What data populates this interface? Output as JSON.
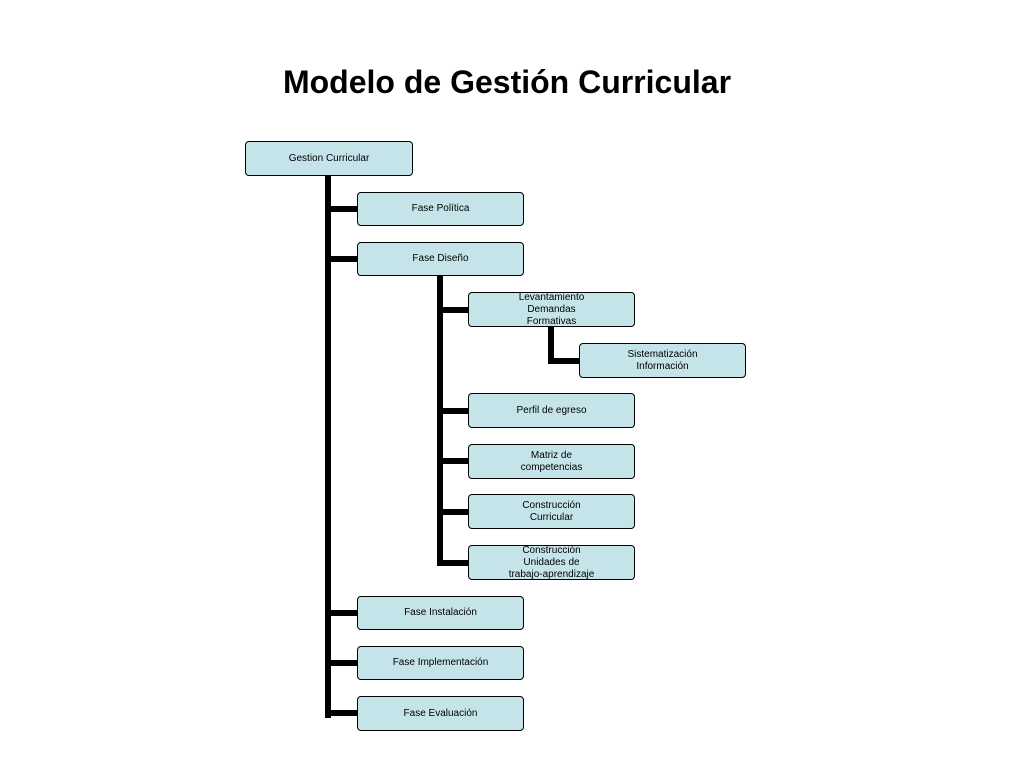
{
  "title": "Modelo de Gestión Curricular",
  "style": {
    "node_fill": "#c5e4ea",
    "node_border": "#000000",
    "connector_color": "#000000"
  },
  "tree": {
    "label": "Gestion Curricular",
    "children": [
      {
        "label": "Fase Política"
      },
      {
        "label": "Fase Diseño",
        "children": [
          {
            "label": "Levantamiento\nDemandas\nFormativas",
            "children": [
              {
                "label": "Sistematización\nInformación"
              }
            ]
          },
          {
            "label": "Perfil de egreso"
          },
          {
            "label": "Matriz de\ncompetencias"
          },
          {
            "label": "Construcción\nCurricular"
          },
          {
            "label": "Construcción\nUnidades de\ntrabajo-aprendizaje"
          }
        ]
      },
      {
        "label": "Fase Instalación"
      },
      {
        "label": "Fase Implementación"
      },
      {
        "label": "Fase Evaluación"
      }
    ]
  }
}
